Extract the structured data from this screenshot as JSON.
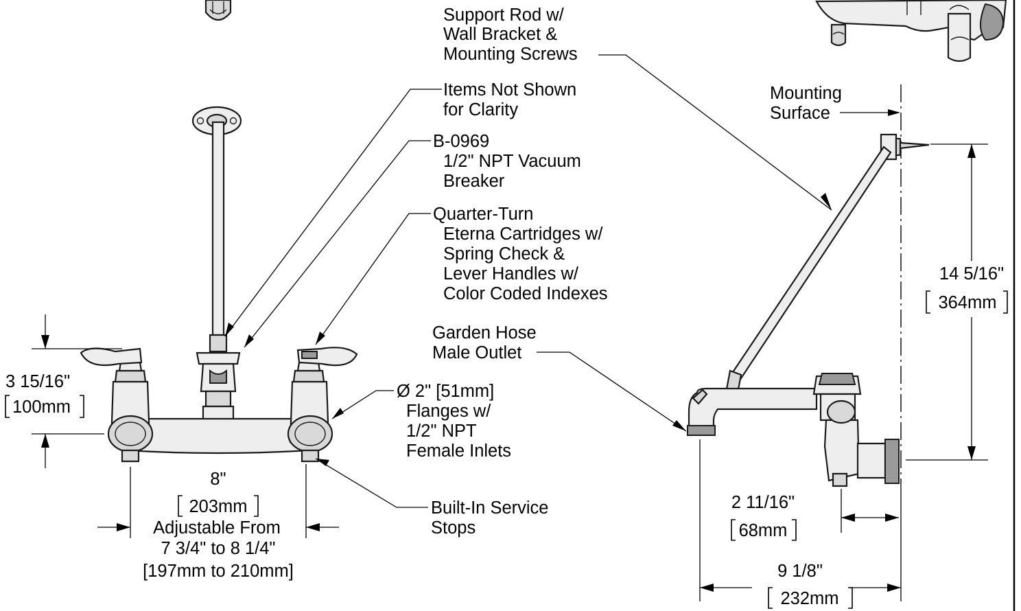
{
  "callouts": {
    "support_rod": [
      "Support Rod w/",
      "Wall Bracket &",
      "Mounting Screws"
    ],
    "items_not_shown": [
      "Items Not Shown",
      "for Clarity"
    ],
    "vacuum_breaker": [
      "B-0969",
      "1/2\" NPT Vacuum",
      "Breaker"
    ],
    "cartridges": [
      "Quarter-Turn",
      "Eterna Cartridges w/",
      "Spring Check &",
      "Lever Handles w/",
      "Color Coded Indexes"
    ],
    "flanges": [
      "Ø 2\" [51mm]",
      "Flanges w/",
      "1/2\" NPT",
      "Female Inlets"
    ],
    "service_stops": [
      "Built-In Service",
      "Stops"
    ],
    "mounting_surface": [
      "Mounting",
      "Surface"
    ],
    "garden_hose": [
      "Garden Hose",
      "Male Outlet"
    ]
  },
  "dimensions": {
    "height_left": {
      "imperial": "3 15/16\"",
      "metric": "100mm"
    },
    "centers": {
      "imperial": "8\"",
      "metric": "203mm",
      "note": [
        "Adjustable From",
        "7 3/4\" to 8 1/4\"",
        "[197mm to 210mm]"
      ]
    },
    "height_right": {
      "imperial": "14 5/16\"",
      "metric": "364mm"
    },
    "offset_small": {
      "imperial": "2 11/16\"",
      "metric": "68mm"
    },
    "offset_total": {
      "imperial": "9 1/8\"",
      "metric": "232mm"
    }
  }
}
